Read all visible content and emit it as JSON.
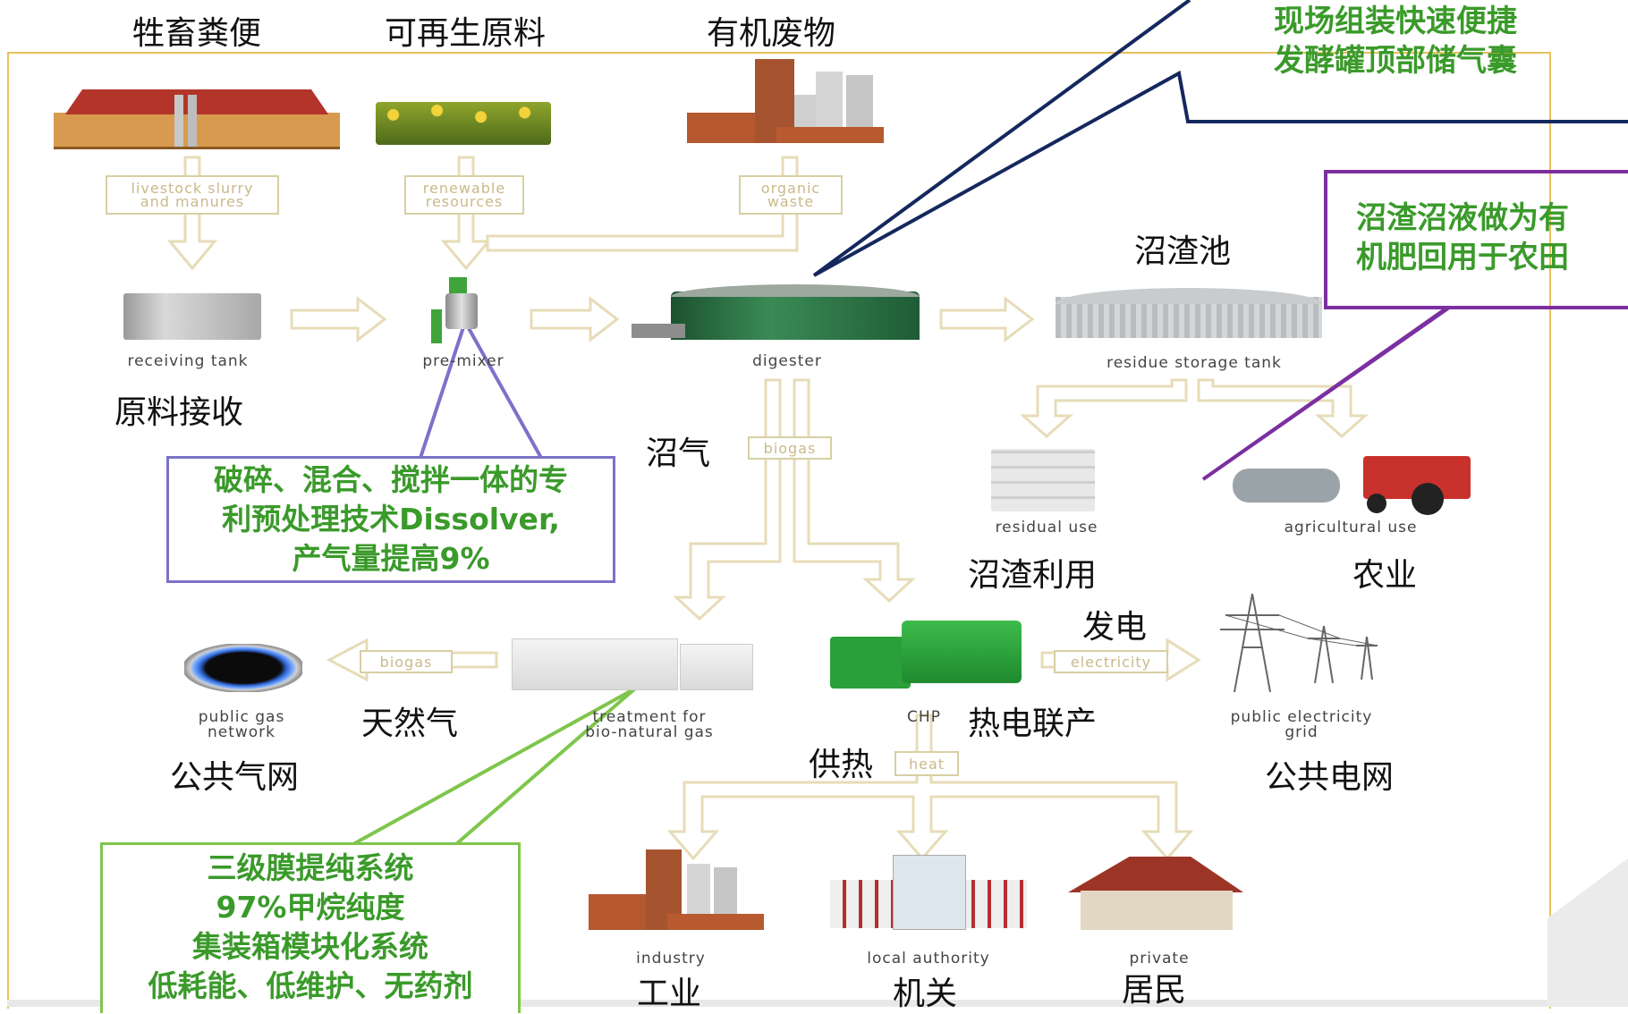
{
  "top_labels": {
    "livestock": "牲畜粪便",
    "renewable": "可再生原料",
    "organic": "有机废物"
  },
  "tags": {
    "livestock": "livestock slurry\nand manures",
    "renewable": "renewable\nresources",
    "organic": "organic\nwaste",
    "biogas_vertical": "biogas",
    "biogas_horizontal": "biogas",
    "electricity": "electricity",
    "heat": "heat"
  },
  "stations": {
    "receiving_tank": "receiving tank",
    "pre_mixer": "pre-mixer",
    "digester": "digester",
    "residue_storage": "residue storage tank",
    "residual_use": "residual use",
    "agricultural_use": "agricultural use",
    "public_gas": "public gas\nnetwork",
    "treatment": "treatment for\nbio-natural gas",
    "chp": "CHP",
    "public_electricity": "public electricity\ngrid",
    "industry": "industry",
    "local_authority": "local authority",
    "private": "private"
  },
  "cn_labels": {
    "receive": "原料接收",
    "biogas": "沼气",
    "residue_pool": "沼渣池",
    "residue_use": "沼渣利用",
    "agriculture": "农业",
    "power": "发电",
    "natural_gas": "天然气",
    "cogeneration": "热电联产",
    "gas_grid": "公共气网",
    "heating": "供热",
    "power_grid": "公共电网",
    "industry": "工业",
    "authority": "机关",
    "residents": "居民"
  },
  "callouts": {
    "storage": {
      "line1": "现场组装快速便捷",
      "line2": "发酵罐顶部储气囊",
      "color": "#3a9a2a"
    },
    "fertilizer": {
      "line1": "沼渣沼液做为有",
      "line2": "机肥回用于农田",
      "color": "#3a9a2a"
    },
    "dissolver": {
      "line1": "破碎、混合、搅拌一体的专",
      "line2": "利预处理技术Dissolver,",
      "line3": "产气量提高9%",
      "color": "#3a9a2a",
      "border": "#7b72c9"
    },
    "membrane": {
      "line1": "三级膜提纯系统",
      "line2": "97%甲烷纯度",
      "line3": "集装箱模块化系统",
      "line4": "低耗能、低维护、无药剂",
      "color": "#3a9a2a",
      "border": "#7fc64c"
    }
  },
  "colors": {
    "frame": "#e8c15a",
    "arrow": "#e7dcb8",
    "navy": "#14285e",
    "purple": "#7b2fa0",
    "lavender": "#7b72c9",
    "lightgreen": "#7fc64c"
  }
}
